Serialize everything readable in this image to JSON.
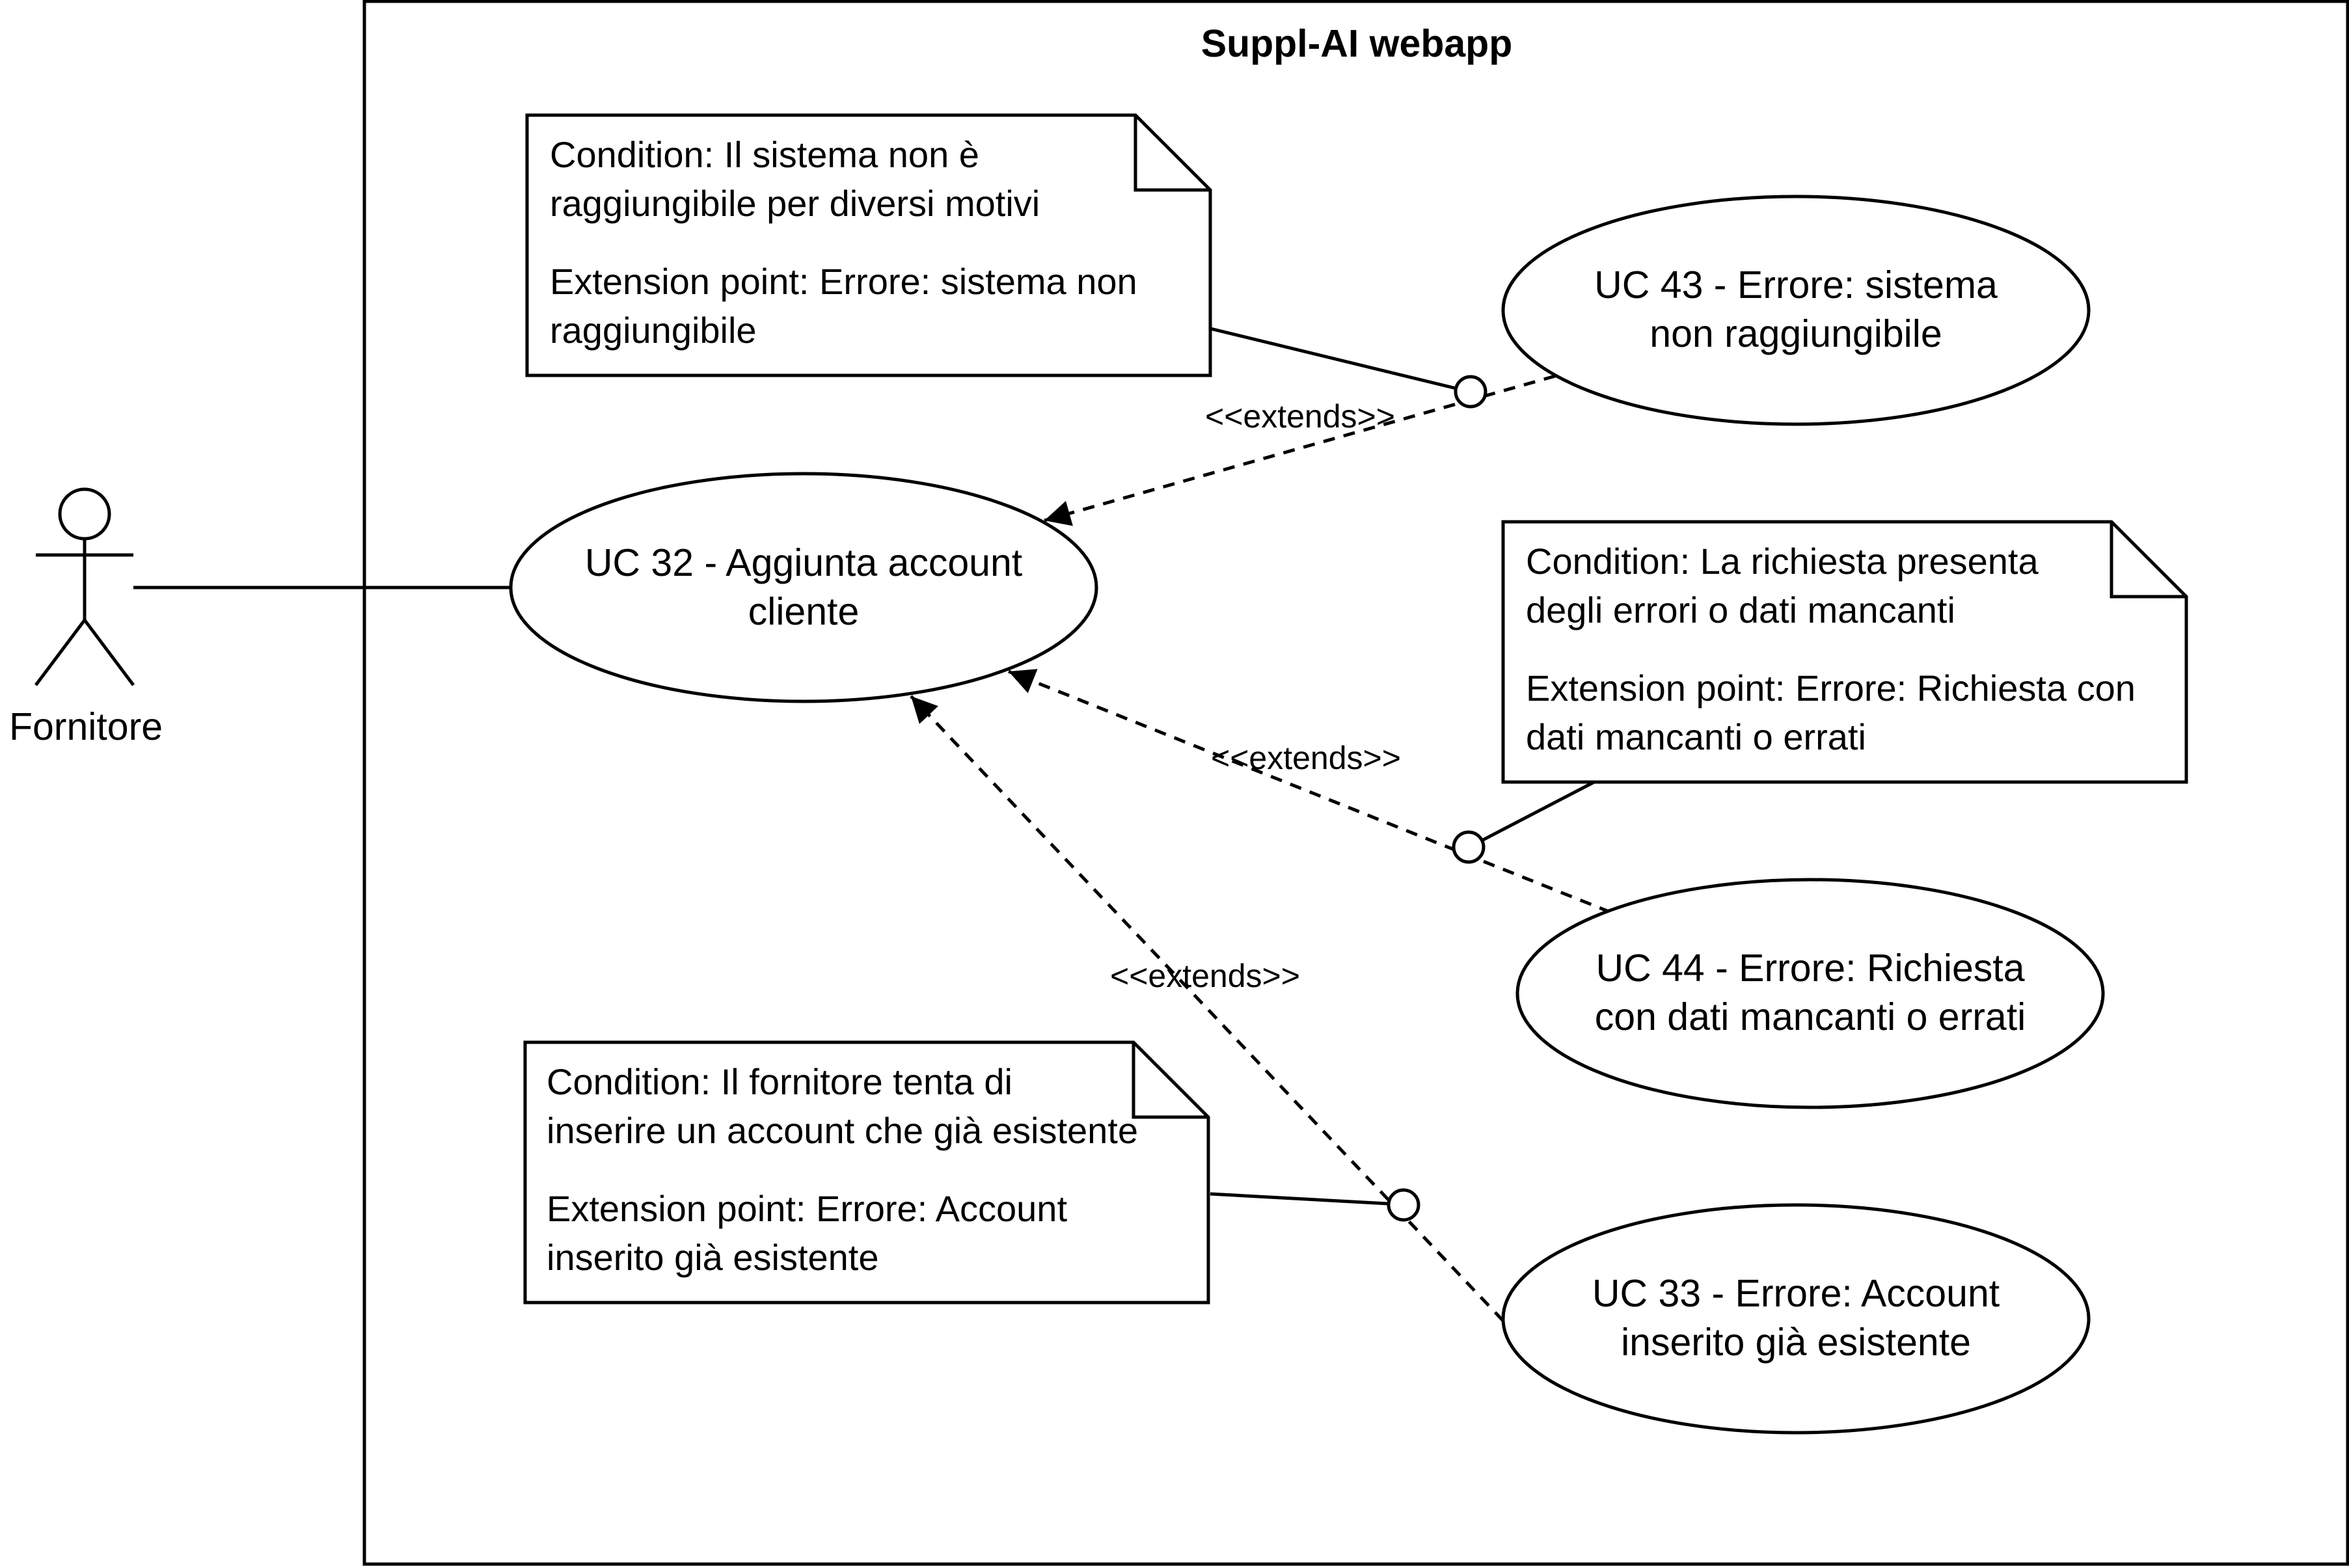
{
  "system": {
    "title": "Suppl-AI webapp"
  },
  "actor": {
    "name": "Fornitore"
  },
  "use_cases": {
    "uc32": {
      "lines": [
        "UC 32 - Aggiunta account",
        "cliente"
      ]
    },
    "uc43": {
      "lines": [
        "UC 43 - Errore: sistema",
        "non raggiungibile"
      ]
    },
    "uc44": {
      "lines": [
        "UC 44 - Errore: Richiesta",
        "con dati mancanti o errati"
      ]
    },
    "uc33": {
      "lines": [
        "UC 33 - Errore: Account",
        "inserito già esistente"
      ]
    }
  },
  "notes": {
    "n43": {
      "condition": [
        "Condition: Il sistema non è",
        "raggiungibile per diversi motivi"
      ],
      "extension": [
        "Extension point: Errore: sistema non",
        "raggiungibile"
      ]
    },
    "n44": {
      "condition": [
        "Condition: La richiesta presenta",
        "degli errori o dati mancanti"
      ],
      "extension": [
        "Extension point: Errore: Richiesta con",
        "dati mancanti o errati"
      ]
    },
    "n33": {
      "condition": [
        "Condition: Il fornitore tenta di",
        "inserire un account che già esistente"
      ],
      "extension": [
        "Extension point: Errore: Account",
        "inserito già esistente"
      ]
    }
  },
  "relations": {
    "ext43": "<<extends>>",
    "ext44": "<<extends>>",
    "ext33": "<<extends>>"
  }
}
